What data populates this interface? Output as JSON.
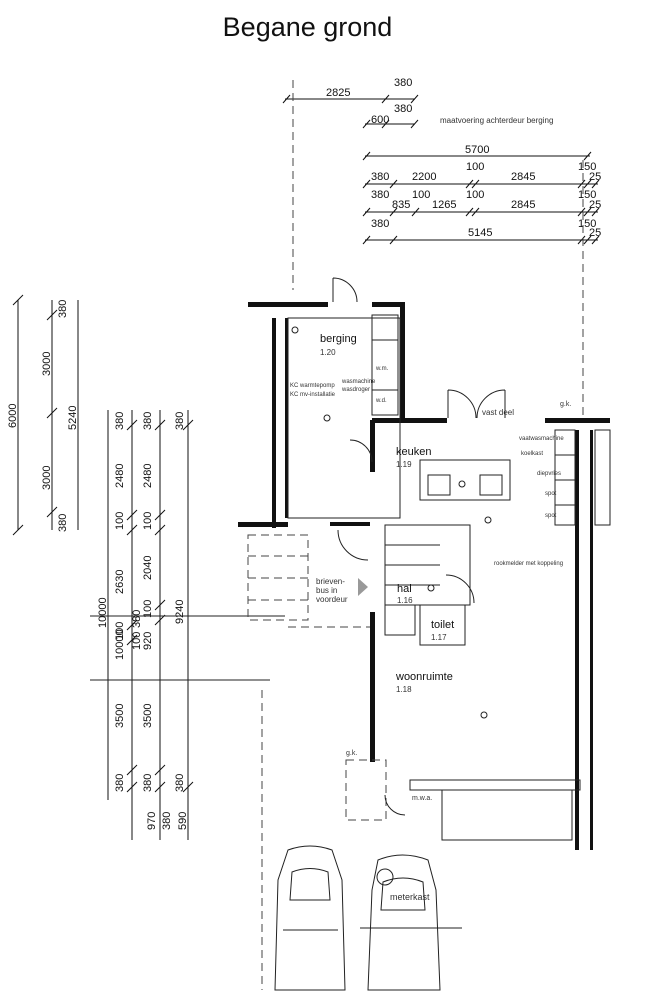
{
  "title": "Begane grond",
  "rooms": {
    "berging": {
      "name": "berging",
      "number": "1.20"
    },
    "keuken": {
      "name": "keuken",
      "number": "1.19"
    },
    "hal": {
      "name": "hal",
      "number": "1.16"
    },
    "toilet": {
      "name": "toilet",
      "number": "1.17"
    },
    "woonruimte": {
      "name": "woonruimte",
      "number": "1.18"
    }
  },
  "notes": {
    "achterdeur": "maatvoering achterdeur berging",
    "vast_deel": "vast deel",
    "brievenbus_1": "brieven-",
    "brievenbus_2": "bus in",
    "brievenbus_3": "voordeur",
    "meterkast": "meterkast",
    "gk_top": "g.k.",
    "gk_bottom": "g.k.",
    "mwa": "m.w.a.",
    "wasmachine": "wasmachine",
    "wasdroger": "wasdroger",
    "wd": "w.d.",
    "wm": "w.m.",
    "afvoer": "rookmelder met koppeling",
    "kc_warmtepomp": "KC warmtepomp",
    "kc_installatie": "KC mv-installatie"
  },
  "top_dims": {
    "row1": [
      "2825",
      "380"
    ],
    "row2": [
      "600",
      "380"
    ],
    "row3": [
      "5700"
    ],
    "row4": [
      "380",
      "2200",
      "100",
      "2845",
      "150",
      "25"
    ],
    "row5": [
      "380",
      "100",
      "100",
      "2845",
      "150",
      "25"
    ],
    "row5b": [
      "835",
      "1265"
    ],
    "row6": [
      "380",
      "5145",
      "150",
      "25"
    ]
  },
  "left_dims": {
    "col1": [
      "6000"
    ],
    "col2": [
      "380",
      "3000",
      "3000",
      "380"
    ],
    "col3": [
      "5240"
    ],
    "col4": [
      "10000"
    ],
    "col5": [
      "380",
      "2480",
      "100",
      "2630",
      "100",
      "3500",
      "380",
      "970"
    ],
    "col6": [
      "380",
      "2480",
      "100",
      "2040",
      "100",
      "920",
      "3500",
      "380",
      "380"
    ],
    "col7": [
      "380",
      "9240",
      "380",
      "590"
    ],
    "extra": [
      "10000",
      "100",
      "380"
    ]
  },
  "kitchen_labels": [
    "vaatwasmachine",
    "koelkast",
    "diepvries",
    "spot",
    "spot"
  ]
}
